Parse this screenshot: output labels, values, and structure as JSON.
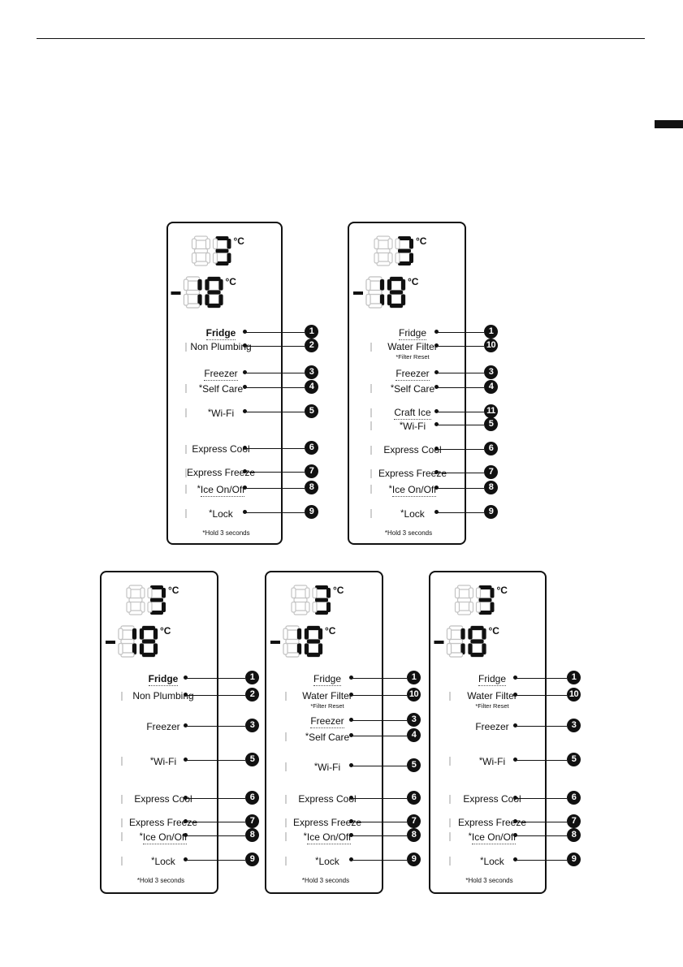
{
  "labels": {
    "fridge": "Fridge",
    "non_plumbing": "Non Plumbing",
    "water_filter": "Water Filter",
    "filter_reset": "*Filter Reset",
    "freezer": "Freezer",
    "self_care": "Self Care",
    "craft_ice": "Craft Ice",
    "wifi": "Wi-Fi",
    "express_cool": "Express Cool",
    "express_freeze": "Express Freeze",
    "ice_on_off": "Ice On/Off",
    "lock": "Lock",
    "hold_note": "*Hold 3 seconds",
    "star": "*"
  },
  "display": {
    "fridge_temp": "3",
    "freezer_temp": "-18",
    "unit": "°C"
  },
  "panels": [
    {
      "id": "a",
      "items": [
        {
          "key": "fridge",
          "num": "1"
        },
        {
          "key": "non_plumbing",
          "num": "2"
        },
        {
          "key": "freezer",
          "num": "3"
        },
        {
          "key": "self_care",
          "num": "4",
          "star": true
        },
        {
          "key": "wifi",
          "num": "5",
          "star": true
        },
        {
          "key": "express_cool",
          "num": "6"
        },
        {
          "key": "express_freeze",
          "num": "7"
        },
        {
          "key": "ice_on_off",
          "num": "8",
          "star": true
        },
        {
          "key": "lock",
          "num": "9",
          "star": true
        }
      ]
    },
    {
      "id": "b",
      "items": [
        {
          "key": "fridge",
          "num": "1"
        },
        {
          "key": "water_filter",
          "num": "10"
        },
        {
          "key": "freezer",
          "num": "3"
        },
        {
          "key": "self_care",
          "num": "4",
          "star": true
        },
        {
          "key": "craft_ice",
          "num": "11"
        },
        {
          "key": "wifi",
          "num": "5",
          "star": true
        },
        {
          "key": "express_cool",
          "num": "6"
        },
        {
          "key": "express_freeze",
          "num": "7"
        },
        {
          "key": "ice_on_off",
          "num": "8",
          "star": true
        },
        {
          "key": "lock",
          "num": "9",
          "star": true
        }
      ]
    },
    {
      "id": "c",
      "items": [
        {
          "key": "fridge",
          "num": "1"
        },
        {
          "key": "non_plumbing",
          "num": "2"
        },
        {
          "key": "freezer",
          "num": "3"
        },
        {
          "key": "wifi",
          "num": "5",
          "star": true
        },
        {
          "key": "express_cool",
          "num": "6"
        },
        {
          "key": "express_freeze",
          "num": "7"
        },
        {
          "key": "ice_on_off",
          "num": "8",
          "star": true
        },
        {
          "key": "lock",
          "num": "9",
          "star": true
        }
      ]
    },
    {
      "id": "d",
      "items": [
        {
          "key": "fridge",
          "num": "1"
        },
        {
          "key": "water_filter",
          "num": "10"
        },
        {
          "key": "freezer",
          "num": "3"
        },
        {
          "key": "self_care",
          "num": "4",
          "star": true
        },
        {
          "key": "wifi",
          "num": "5",
          "star": true
        },
        {
          "key": "express_cool",
          "num": "6"
        },
        {
          "key": "express_freeze",
          "num": "7"
        },
        {
          "key": "ice_on_off",
          "num": "8",
          "star": true
        },
        {
          "key": "lock",
          "num": "9",
          "star": true
        }
      ]
    },
    {
      "id": "e",
      "items": [
        {
          "key": "fridge",
          "num": "1"
        },
        {
          "key": "water_filter",
          "num": "10"
        },
        {
          "key": "freezer",
          "num": "3"
        },
        {
          "key": "wifi",
          "num": "5",
          "star": true
        },
        {
          "key": "express_cool",
          "num": "6"
        },
        {
          "key": "express_freeze",
          "num": "7"
        },
        {
          "key": "ice_on_off",
          "num": "8",
          "star": true
        },
        {
          "key": "lock",
          "num": "9",
          "star": true
        }
      ]
    }
  ]
}
